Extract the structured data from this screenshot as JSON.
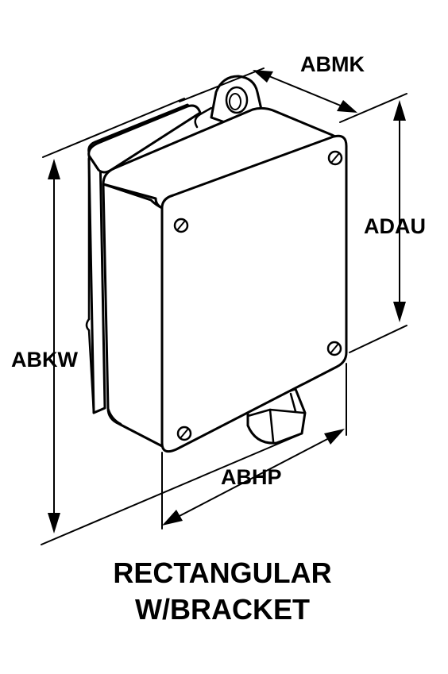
{
  "dimensions": {
    "overall_height": "ABKW",
    "depth": "ABMK",
    "cover_height": "ADAU",
    "width": "ABHP"
  },
  "caption": {
    "line1": "RECTANGULAR",
    "line2": "W/BRACKET"
  }
}
